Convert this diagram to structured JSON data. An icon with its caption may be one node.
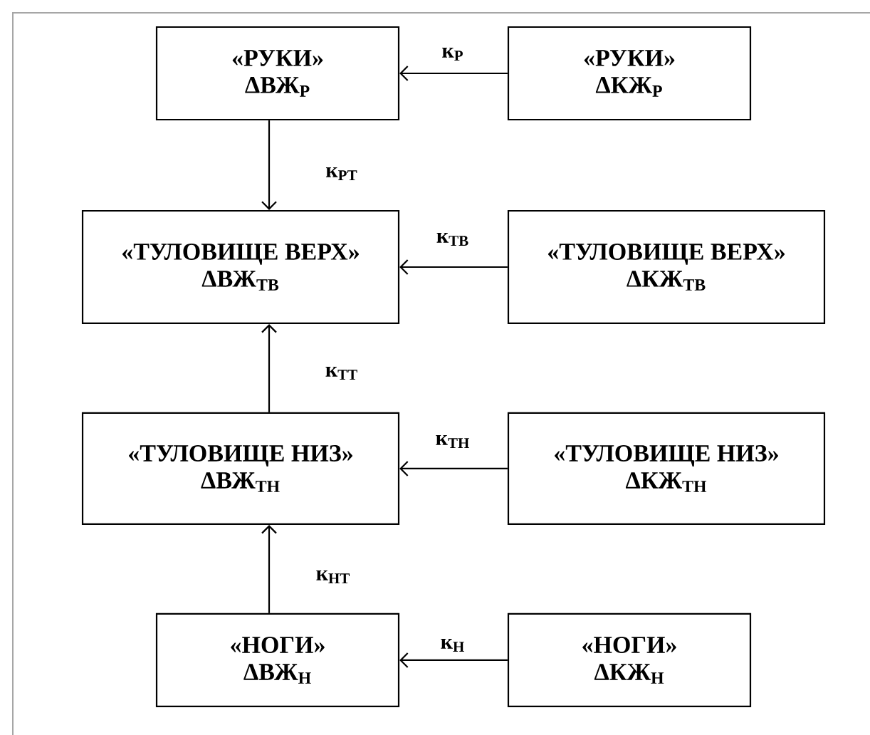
{
  "diagram": {
    "nodes": [
      {
        "text": [
          "«РУКИ»",
          "ΔВЖ$_{Р}$"
        ]
      },
      {
        "text": [
          "«РУКИ»",
          "ΔКЖ$_{Р}$"
        ]
      },
      {
        "text": [
          "«ТУЛОВИЩЕ ВЕРХ»",
          "ΔВЖ$_{ТВ}$"
        ]
      },
      {
        "text": [
          "«ТУЛОВИЩЕ ВЕРХ»",
          "ΔКЖ$_{ТВ}$"
        ]
      },
      {
        "text": [
          "«ТУЛОВИЩЕ НИЗ»",
          "ΔВЖ$_{ТН}$"
        ]
      },
      {
        "text": [
          "«ТУЛОВИЩЕ НИЗ»",
          "ΔКЖ$_{ТН}$"
        ]
      },
      {
        "text": [
          "«НОГИ»",
          "ΔВЖ$_{Н}$"
        ]
      },
      {
        "text": [
          "«НОГИ»",
          "ΔКЖ$_{Н}$"
        ]
      }
    ],
    "edges": [
      {
        "from": 1,
        "to": 0,
        "arrow": "to",
        "label": "к$_{Р}$"
      },
      {
        "from": 0,
        "to": 2,
        "arrow": "to",
        "label": "к$_{РТ}$"
      },
      {
        "from": 3,
        "to": 2,
        "arrow": "to",
        "label": "к$_{ТВ}$"
      },
      {
        "from": 4,
        "to": 2,
        "arrow": "to",
        "label": "к$_{ТТ}$"
      },
      {
        "from": 5,
        "to": 4,
        "arrow": "to",
        "label": "к$_{ТН}$"
      },
      {
        "from": 6,
        "to": 4,
        "arrow": "to",
        "label": "к$_{НТ}$"
      },
      {
        "from": 7,
        "to": 6,
        "arrow": "to",
        "label": "к$_{Н}$"
      }
    ]
  }
}
